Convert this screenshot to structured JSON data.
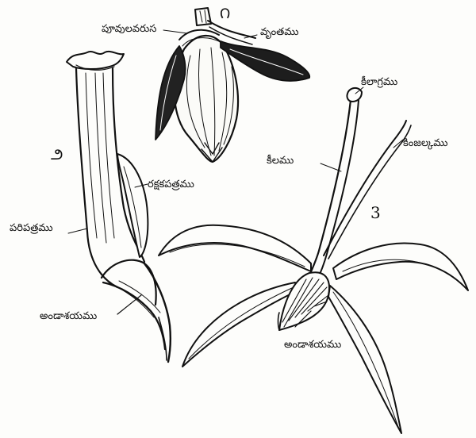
{
  "figure": {
    "labels": {
      "calyx_whorl": "పూవులవరుస",
      "pedicel": "వృంతము",
      "stigma": "కీలాగ్రము",
      "style": "కీలము",
      "stamen": "కింజల్కము",
      "bract": "రక్షకపత్రము",
      "perianth": "పరిపత్రము",
      "ovary_left": "అండాశయము",
      "ovary_right": "అండాశయము"
    },
    "numbers": {
      "fig1": "౧",
      "fig2": "౨",
      "fig3": "3"
    }
  }
}
